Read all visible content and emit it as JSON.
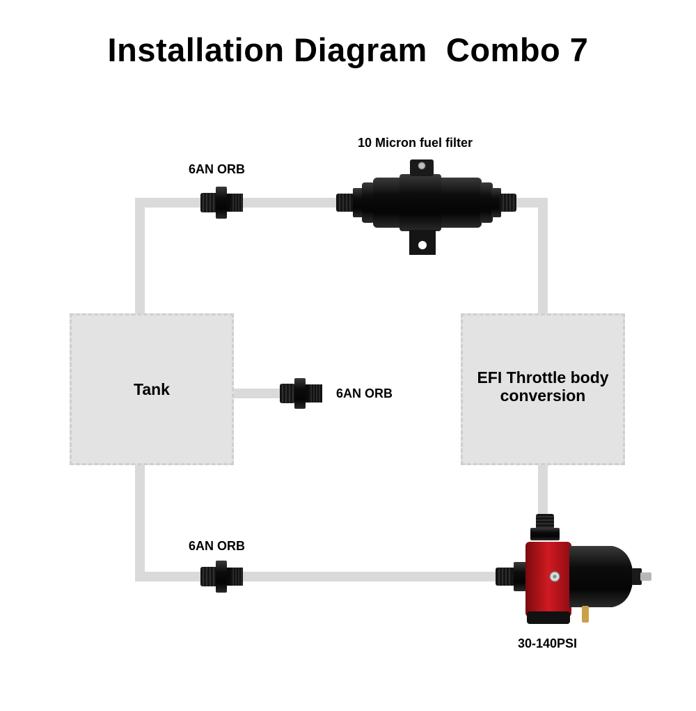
{
  "title": "Installation Diagram  Combo 7",
  "colors": {
    "line": "#dadada",
    "box": "#e3e3e3",
    "fitting": "#111111",
    "accent": "#c8141b",
    "brass": "#c9a14a"
  },
  "nodes": {
    "tank": {
      "label": "Tank"
    },
    "efi": {
      "label_line1": "EFI Throttle body",
      "label_line2": "conversion"
    }
  },
  "parts": {
    "filter": {
      "label": "10 Micron fuel filter",
      "icon": "fuel-filter-icon"
    },
    "top_fitting": {
      "label": "6AN ORB",
      "icon": "an-fitting-icon"
    },
    "mid_fitting": {
      "label": "6AN ORB",
      "icon": "an-fitting-icon"
    },
    "bottom_fitting": {
      "label": "6AN ORB",
      "icon": "an-fitting-icon"
    },
    "regulator": {
      "label": "30-140PSI",
      "icon": "pressure-regulator-icon"
    }
  }
}
